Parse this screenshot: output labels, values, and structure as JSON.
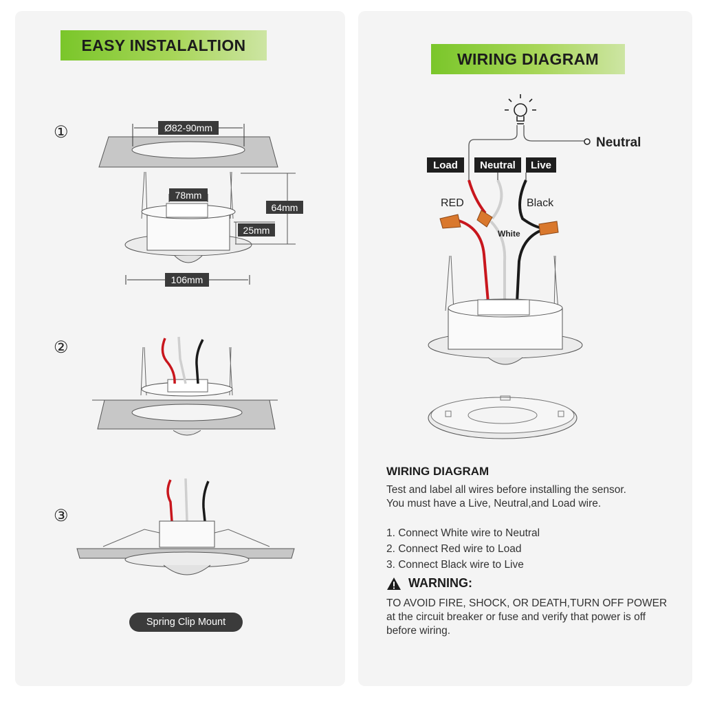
{
  "install": {
    "title": "EASY INSTALALTION",
    "steps": [
      "①",
      "②",
      "③"
    ],
    "dims": {
      "hole": "Ø82-90mm",
      "body": "78mm",
      "height": "64mm",
      "depth": "25mm",
      "flange": "106mm"
    },
    "mount_label": "Spring Clip Mount"
  },
  "wiring": {
    "title": "WIRING DIAGRAM",
    "tags": {
      "load": "Load",
      "neutral": "Neutral",
      "live": "Live"
    },
    "neutral_label": "Neutral",
    "wire_colors": {
      "red": "RED",
      "black": "Black",
      "white": "White"
    },
    "colors": {
      "red": "#c8161d",
      "black": "#1a1a1a",
      "white": "#cfcfcf",
      "connector": "#d9782d",
      "accent": "#7ac62a"
    },
    "section_title": "WIRING DIAGRAM",
    "intro": [
      "Test and label all wires before installing the sensor.",
      "You must have a Live, Neutral,and Load wire."
    ],
    "steps": [
      "1. Connect White wire to Neutral",
      "2. Connect Red wire to Load",
      "3. Connect Black  wire to Live"
    ],
    "warning_title": "WARNING:",
    "warning_text": "TO AVOID FIRE, SHOCK, OR DEATH,TURN OFF POWER at the circuit breaker or fuse and verify that power is off before wiring."
  }
}
